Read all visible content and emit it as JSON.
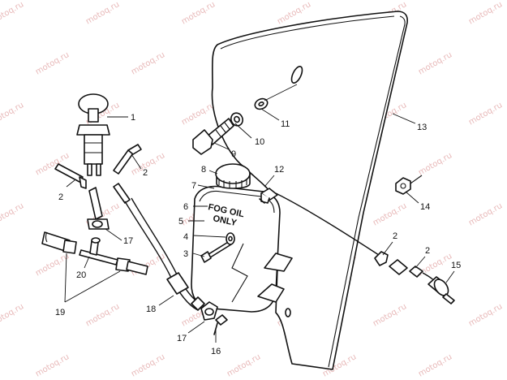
{
  "watermark": "motoq.ru",
  "tank_label": {
    "line1": "FOG OIL",
    "line2": "ONLY"
  },
  "callouts": [
    "1",
    "2",
    "2",
    "3",
    "4",
    "5",
    "6",
    "7",
    "8",
    "9",
    "10",
    "11",
    "12",
    "13",
    "14",
    "2",
    "2",
    "15",
    "16",
    "17",
    "17",
    "18",
    "19",
    "20"
  ]
}
